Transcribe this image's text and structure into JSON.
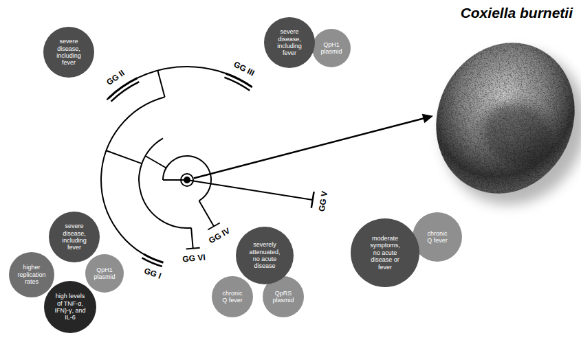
{
  "diagram": {
    "title": "Coxiella burnetii",
    "nodes": [
      {
        "text": [
          "severe disease, including fever"
        ]
      },
      {
        "text": [
          "severe disease, including fever"
        ]
      },
      {
        "text": [
          "QpH1 plasmid"
        ]
      },
      {
        "text": [
          "moderate symptoms, no acute disease or fever"
        ]
      },
      {
        "text": [
          "chronic Q fever"
        ]
      },
      {
        "text": [
          "severely attenuated, no acute disease"
        ]
      },
      {
        "text": [
          "chronic Q fever"
        ]
      },
      {
        "text": [
          "QpRS plasmid"
        ]
      },
      {
        "text": [
          "severe disease, including fever"
        ]
      },
      {
        "text": [
          "higher replication rates"
        ]
      },
      {
        "text": [
          "QpH1 plasmid"
        ]
      },
      {
        "text": [
          "high levels of TNF-α, IFN)-γ, and IL-6"
        ]
      }
    ],
    "labels": [
      "GG II",
      "GG III",
      "GG IV",
      "GG V",
      "GG VI",
      "GG I"
    ]
  }
}
